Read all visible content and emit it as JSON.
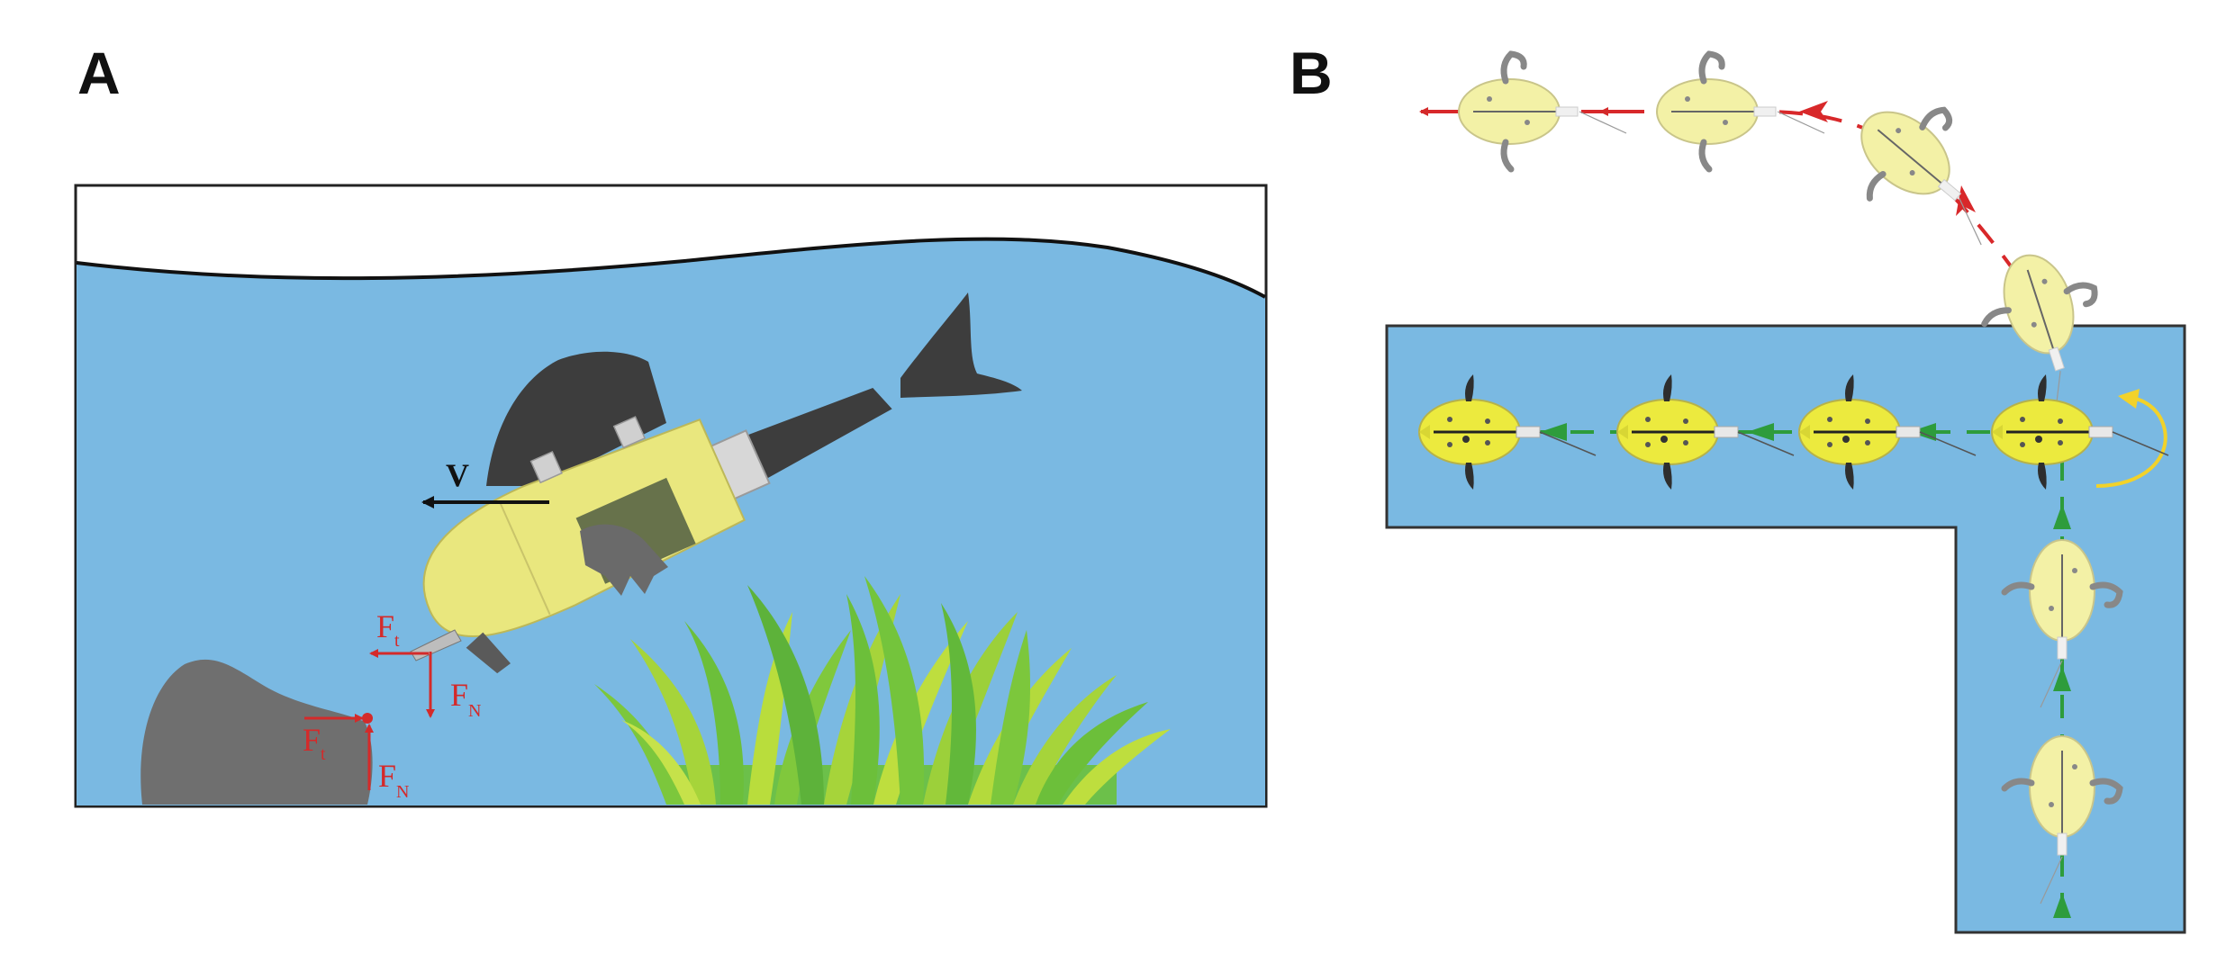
{
  "panels": {
    "a": {
      "label": "A"
    },
    "b": {
      "label": "B"
    }
  },
  "panel_a": {
    "velocity_label": "V",
    "force_labels": {
      "upper_tangential": {
        "main": "F",
        "sub": "t"
      },
      "upper_normal": {
        "main": "F",
        "sub": "N"
      },
      "lower_tangential": {
        "main": "F",
        "sub": "t"
      },
      "lower_normal": {
        "main": "F",
        "sub": "N"
      }
    }
  },
  "panel_b": {
    "path_colors": {
      "surface": "#d8282a",
      "underwater": "#2e9c3c",
      "turn_arrow": "#f2d22a"
    }
  },
  "colors": {
    "water": "#7ab9e2",
    "robot_body": "#ecea72",
    "fin": "#3d3d3d",
    "rock": "#707070",
    "grass_dark": "#58b43a",
    "grass_light": "#bcdc3a",
    "force": "#d42a2a"
  }
}
